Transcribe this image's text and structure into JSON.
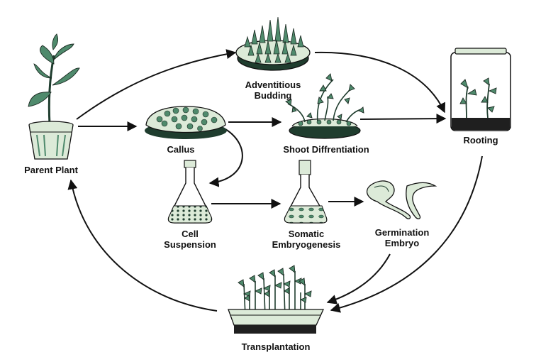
{
  "labels": {
    "parent_plant": "Parent Plant",
    "adventitious_budding_1": "Adventitious",
    "adventitious_budding_2": "Budding",
    "callus": "Callus",
    "shoot_diffrentiation": "Shoot Diffrentiation",
    "rooting": "Rooting",
    "cell_suspension_1": "Cell",
    "cell_suspension_2": "Suspension",
    "somatic_embryogenesis_1": "Somatic",
    "somatic_embryogenesis_2": "Embryogenesis",
    "germination_embryo_1": "Germination",
    "germination_embryo_2": "Embryo",
    "transplantation": "Transplantation"
  },
  "colors": {
    "plant_green": "#4f8a6c",
    "dark_green": "#1f3d2e",
    "pale_green": "#dcead8",
    "soil": "#2a2a2a",
    "ink": "#111111"
  },
  "icons": [
    "potted-plant-icon",
    "budding-dish-icon",
    "callus-mass-icon",
    "shoot-dish-icon",
    "rooting-jar-icon",
    "suspension-flask-icon",
    "embryo-flask-icon",
    "germinating-embryo-icon",
    "transplant-tray-icon"
  ]
}
